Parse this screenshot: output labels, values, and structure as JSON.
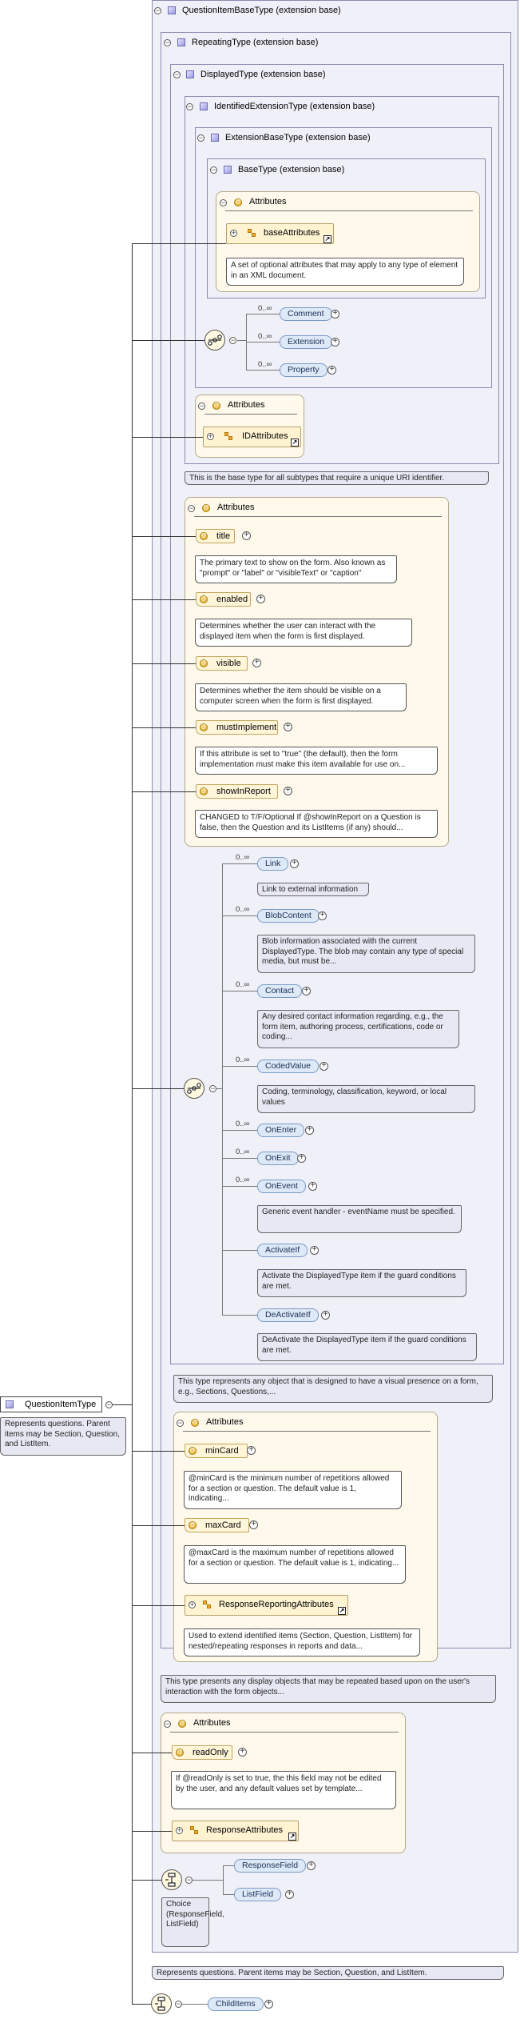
{
  "root": {
    "name": "QuestionItemType",
    "doc": "Represents questions. Parent items may be Section, Question, and ListItem."
  },
  "levels": {
    "qibt": "QuestionItemBaseType (extension base)",
    "repeating": "RepeatingType (extension base)",
    "displayed": "DisplayedType (extension base)",
    "identified": "IdentifiedExtensionType (extension base)",
    "extbase": "ExtensionBaseType (extension base)",
    "basetype": "BaseType (extension base)"
  },
  "attributes_label": "Attributes",
  "base": {
    "group": "baseAttributes",
    "group_doc": "A set of optional attributes that may apply to any type of element in an XML document.",
    "elements": [
      {
        "mult": "0..∞",
        "name": "Comment"
      },
      {
        "mult": "0..∞",
        "name": "Extension"
      },
      {
        "mult": "0..∞",
        "name": "Property"
      }
    ]
  },
  "identified": {
    "group": "IDAttributes",
    "doc": "This is the base type for all subtypes that require a unique URI identifier."
  },
  "displayed": {
    "attributes": [
      {
        "name": "title",
        "doc": "The primary text to show on the form. Also known as \"prompt\" or \"label\" or \"visibleText\" or \"caption\""
      },
      {
        "name": "enabled",
        "doc": "Determines whether the user can interact with the displayed item when the form is first displayed."
      },
      {
        "name": "visible",
        "doc": "Determines whether the item should be visible on a computer screen when the form is first displayed."
      },
      {
        "name": "mustImplement",
        "doc": "If this attribute is set to \"true\" (the default), then the form implementation must make this item available for use on..."
      },
      {
        "name": "showInReport",
        "doc": "CHANGED to T/F/Optional If @showInReport on a Question is false, then the Question and its ListItems (if any) should..."
      }
    ],
    "elements": [
      {
        "mult": "0..∞",
        "name": "Link",
        "doc": "Link to external information"
      },
      {
        "mult": "0..∞",
        "name": "BlobContent",
        "doc": "Blob information associated with the current DisplayedType. The blob may contain any type of special media, but must be..."
      },
      {
        "mult": "0..∞",
        "name": "Contact",
        "doc": "Any desired contact information regarding, e.g., the form item, authoring process, certifications, code or coding..."
      },
      {
        "mult": "0..∞",
        "name": "CodedValue",
        "doc": "Coding, terminology, classification, keyword, or local values"
      },
      {
        "mult": "0..∞",
        "name": "OnEnter",
        "doc": ""
      },
      {
        "mult": "0..∞",
        "name": "OnExit",
        "doc": ""
      },
      {
        "mult": "0..∞",
        "name": "OnEvent",
        "doc": "Generic event handler - eventName must be specified."
      },
      {
        "mult": "",
        "name": "ActivateIf",
        "doc": "Activate the DisplayedType item if the guard conditions are met."
      },
      {
        "mult": "",
        "name": "DeActivateIf",
        "doc": "DeActivate the DisplayedType item if the guard conditions are met."
      }
    ],
    "doc": "This type represents any object that is designed to have a visual presence on a form, e.g., Sections, Questions,..."
  },
  "repeating": {
    "attributes": [
      {
        "name": "minCard",
        "doc": "@minCard is the minimum number of repetitions allowed for a section or question. The default value is 1, indicating..."
      },
      {
        "name": "maxCard",
        "doc": "@maxCard is the maximum number of repetitions allowed for a section or question. The default value is 1, indicating..."
      }
    ],
    "group": "ResponseReportingAttributes",
    "group_doc": "Used to extend identified items (Section, Question, ListItem) for nested/repeating responses in reports and data...",
    "doc": "This type presents any display objects that may be repeated based upon on the user's interaction with the form objects..."
  },
  "qibt": {
    "attribute": "readOnly",
    "attribute_doc": "If @readOnly is set to true, the this field may not be edited by the user, and any default values set by template...",
    "group": "ResponseAttributes",
    "choice_doc": "Choice (ResponseField, ListField)",
    "choice_elements": [
      "ResponseField",
      "ListField"
    ]
  },
  "bottom": {
    "doc": "Represents questions. Parent items may be Section, Question, and ListItem.",
    "element": "ChildItems"
  },
  "colors": {
    "level_bg": "#f0f0f8",
    "attr_bg": "#fff9ec",
    "element_bg": "#dde9f7",
    "doc_bg": "#e8e8f4"
  }
}
